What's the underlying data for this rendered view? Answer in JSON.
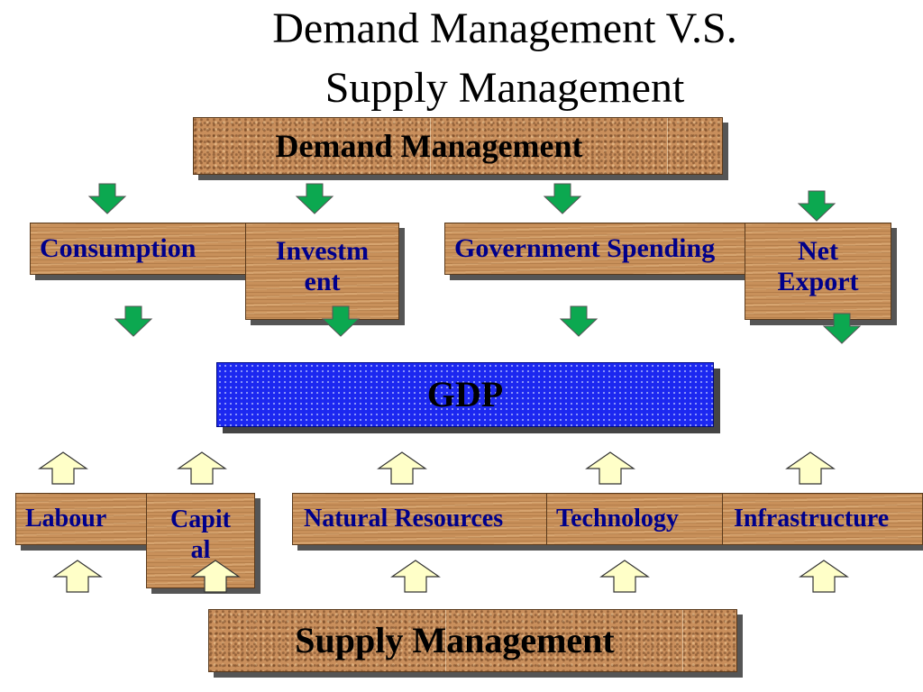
{
  "title_line1": "Demand Management V.S.",
  "title_line2": "Supply Management",
  "demand_label": "Demand Management",
  "supply_label": "Supply Management",
  "gdp_label": "GDP",
  "demand_components": {
    "consumption": "Consumption",
    "investment_line1": "Investm",
    "investment_line2": "ent",
    "government": "Government Spending",
    "net_export_line1": "Net",
    "net_export_line2": "Export"
  },
  "supply_factors": {
    "labour": "Labour",
    "capital_line1": "Capit",
    "capital_line2": "al",
    "natural_resources": "Natural Resources",
    "technology": "Technology",
    "infrastructure": "Infrastructure"
  },
  "colors": {
    "demand_arrow": "#0ca850",
    "supply_arrow": "#ffffc8",
    "label_text": "#00008b",
    "gdp_fill": "#1c28f0"
  }
}
